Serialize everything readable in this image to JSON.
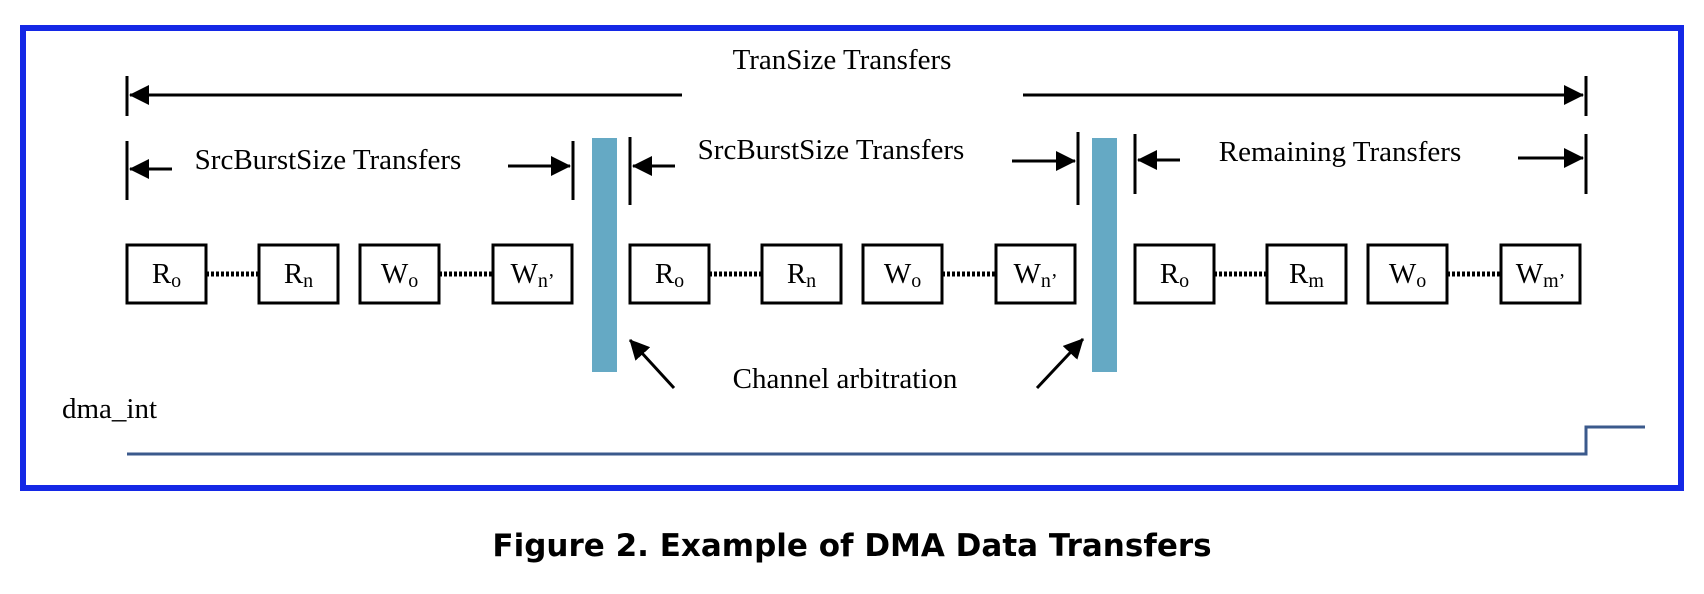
{
  "figure": {
    "caption": "Figure 2. Example of DMA Data Transfers",
    "border_color": "#1428E6",
    "arbitration_bar_color": "#65A9C4",
    "signal_color": "#3B5A8C"
  },
  "labels": {
    "transize": "TranSize Transfers",
    "burst_1": "SrcBurstSize Transfers",
    "burst_2": "SrcBurstSize Transfers",
    "remaining": "Remaining Transfers",
    "arbitration": "Channel arbitration",
    "signal": "dma_int"
  },
  "groups": [
    {
      "boxes": [
        {
          "main": "R",
          "sub": "o"
        },
        {
          "main": "R",
          "sub": "n"
        },
        {
          "main": "W",
          "sub": "o"
        },
        {
          "main": "W",
          "sub": "n’"
        }
      ]
    },
    {
      "boxes": [
        {
          "main": "R",
          "sub": "o"
        },
        {
          "main": "R",
          "sub": "n"
        },
        {
          "main": "W",
          "sub": "o"
        },
        {
          "main": "W",
          "sub": "n’"
        }
      ]
    },
    {
      "boxes": [
        {
          "main": "R",
          "sub": "o"
        },
        {
          "main": "R",
          "sub": "m"
        },
        {
          "main": "W",
          "sub": "o"
        },
        {
          "main": "W",
          "sub": "m’"
        }
      ]
    }
  ]
}
